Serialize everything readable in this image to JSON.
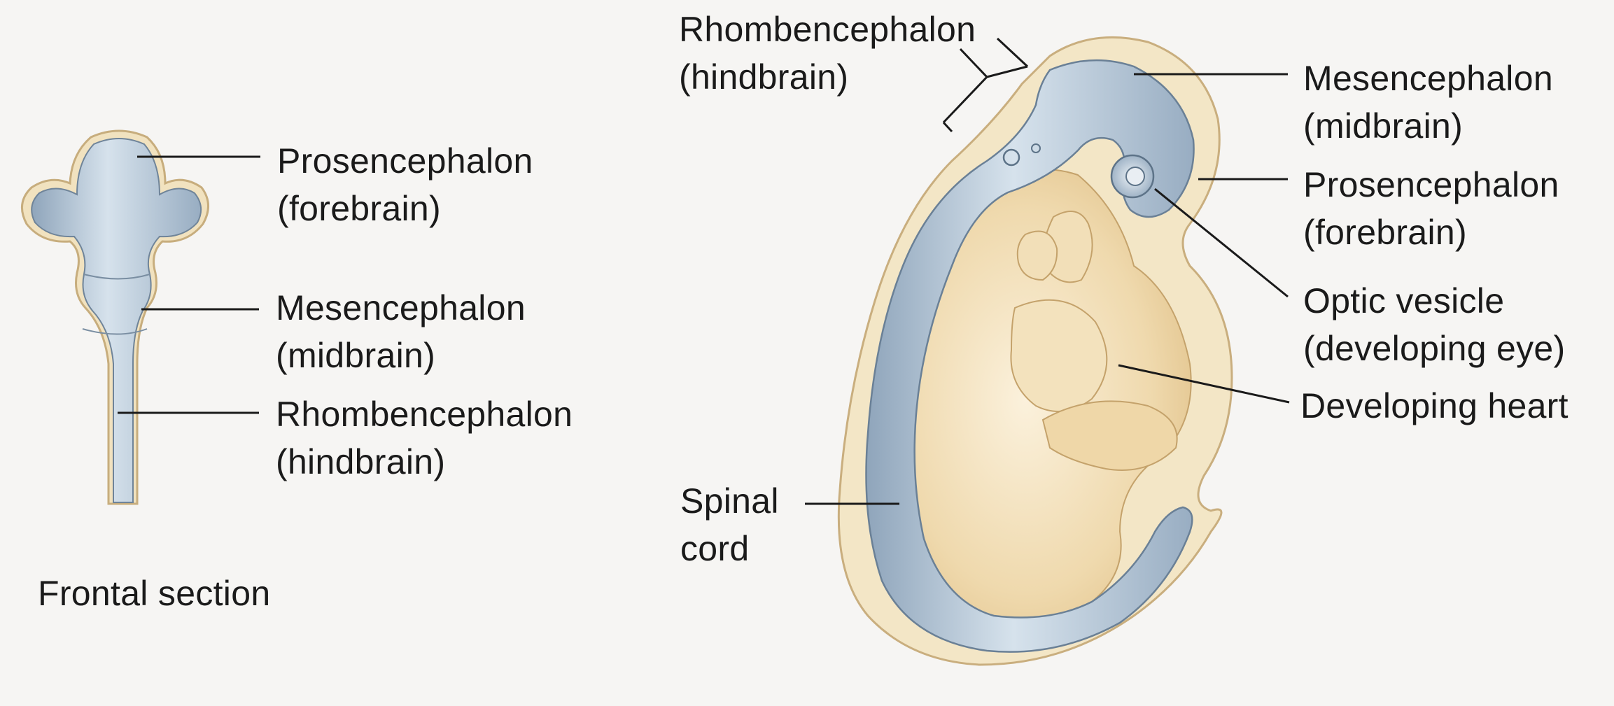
{
  "frontal": {
    "prosencephalon": [
      "Prosencephalon",
      "(forebrain)"
    ],
    "mesencephalon": [
      "Mesencephalon",
      "(midbrain)"
    ],
    "rhombencephalon": [
      "Rhombencephalon",
      "(hindbrain)"
    ],
    "caption": "Frontal section"
  },
  "lateral": {
    "rhombencephalon": [
      "Rhombencephalon",
      "(hindbrain)"
    ],
    "mesencephalon": [
      "Mesencephalon",
      "(midbrain)"
    ],
    "prosencephalon": [
      "Prosencephalon",
      "(forebrain)"
    ],
    "optic_vesicle": [
      "Optic vesicle",
      "(developing eye)"
    ],
    "heart": "Developing heart",
    "spinal_cord": [
      "Spinal",
      "cord"
    ]
  },
  "colors": {
    "neural_tube": "#aebfcf",
    "neural_tube_light": "#d4e0ea",
    "ectoderm": "#f1e2bf",
    "body": "#f0dcb3",
    "leader_line": "#1a1a1a"
  }
}
